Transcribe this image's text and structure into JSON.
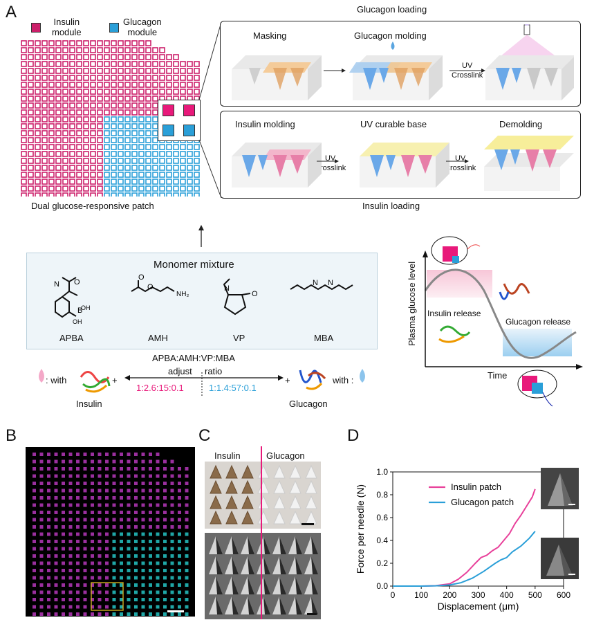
{
  "panels": {
    "a": "A",
    "b": "B",
    "c": "C",
    "d": "D"
  },
  "legend": {
    "insulin": "Insulin\nmodule",
    "glucagon": "Glucagon\nmodule",
    "insulin_color": "#cc1f6a",
    "glucagon_color": "#2a9fd8"
  },
  "patch_label": "Dual glucose-responsive patch",
  "glucagon_loading": {
    "title": "Glucagon loading",
    "steps": [
      "Masking",
      "Glucagon molding",
      "UV\nCrosslink"
    ]
  },
  "insulin_loading": {
    "title": "Insulin loading",
    "steps": [
      "Insulin molding",
      "UV curable base",
      "Demolding"
    ],
    "crosslink": "UV\nCrosslink"
  },
  "monomer": {
    "title": "Monomer mixture",
    "names": [
      "APBA",
      "AMH",
      "VP",
      "MBA"
    ],
    "ratio_title": "APBA:AMH:VP:MBA",
    "adjust": "adjust",
    "ratio": "ratio",
    "insulin_ratio": "1:2.6:15:0.1",
    "glucagon_ratio": "1:1.4:57:0.1",
    "with": ": with",
    "with2": "with :",
    "insulin": "Insulin",
    "glucagon": "Glucagon",
    "plus": "+"
  },
  "glucose_plot": {
    "ylabel": "Plasma glucose level",
    "xlabel": "Time",
    "insulin_release": "Insulin release",
    "glucagon_release": "Glucagon release"
  },
  "panel_c": {
    "insulin": "Insulin",
    "glucagon": "Glucagon"
  },
  "chart_data": {
    "type": "line",
    "xlabel": "Displacement (μm)",
    "ylabel": "Force per needle (N)",
    "xlim": [
      0,
      600
    ],
    "ylim": [
      0,
      1.0
    ],
    "xticks": [
      0,
      100,
      200,
      300,
      400,
      500,
      600
    ],
    "yticks": [
      0.0,
      0.2,
      0.4,
      0.6,
      0.8,
      1.0
    ],
    "legend_position": "top-right",
    "series": [
      {
        "name": "Insulin patch",
        "color": "#e8409a",
        "x": [
          0,
          100,
          150,
          200,
          230,
          260,
          290,
          310,
          330,
          350,
          370,
          390,
          410,
          430,
          450,
          470,
          490,
          500
        ],
        "y": [
          0,
          0,
          0.003,
          0.02,
          0.06,
          0.12,
          0.2,
          0.25,
          0.27,
          0.31,
          0.34,
          0.4,
          0.46,
          0.55,
          0.62,
          0.7,
          0.78,
          0.85
        ]
      },
      {
        "name": "Glucagon patch",
        "color": "#2a9fd8",
        "x": [
          0,
          100,
          150,
          200,
          240,
          280,
          320,
          360,
          380,
          400,
          420,
          450,
          480,
          500
        ],
        "y": [
          0,
          0,
          0.002,
          0.01,
          0.03,
          0.07,
          0.13,
          0.2,
          0.23,
          0.25,
          0.3,
          0.35,
          0.42,
          0.48
        ]
      }
    ]
  }
}
